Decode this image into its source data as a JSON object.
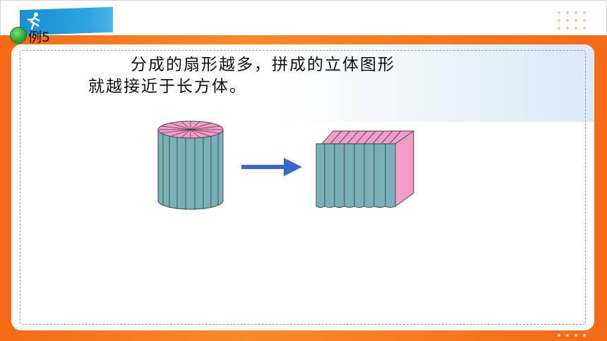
{
  "slide": {
    "example_label": "例5",
    "text_line_1": "分成的扇形越多，拼成的立体图形",
    "text_line_2": "就越接近于长方体。"
  },
  "icons": [
    "runner-logo-icon",
    "green-bullet-icon",
    "dot-grid-icon",
    "arrow-right-icon"
  ],
  "colors": {
    "orange": "#f57920",
    "blue_tab": "#2aa3df",
    "cylinder_side": "#79b0b8",
    "sector_pink": "#f49cc8",
    "arrow_blue": "#3b67c8"
  }
}
